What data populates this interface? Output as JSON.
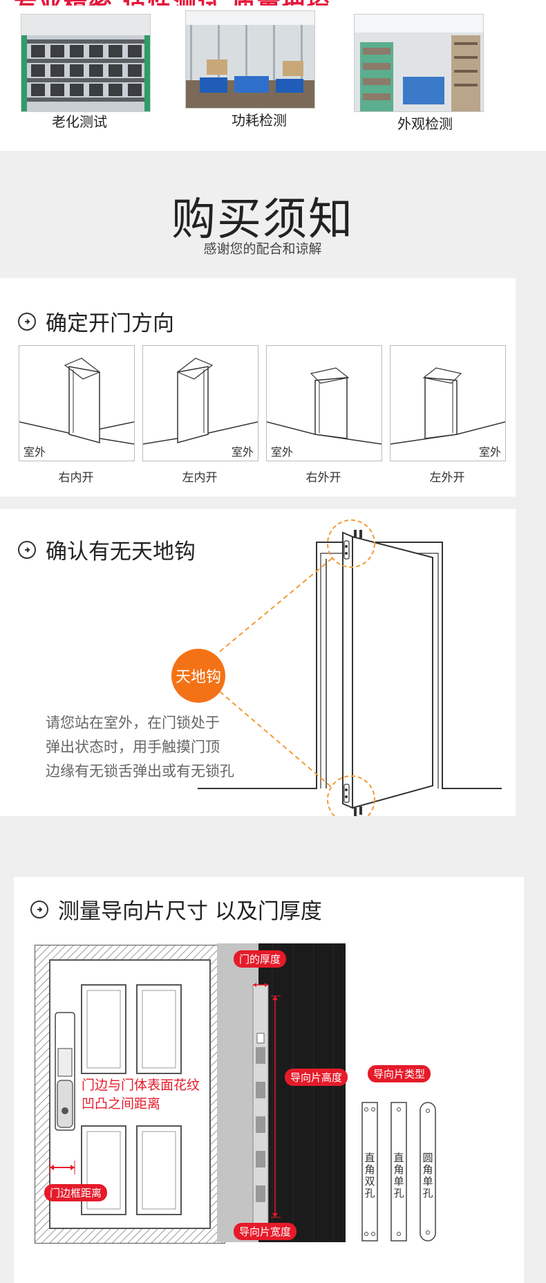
{
  "top": {
    "banner_text": "专业精密 适性测试 质量把控",
    "photos": [
      {
        "caption": "老化测试",
        "icon": "aging-test-photo"
      },
      {
        "caption": "功耗检测",
        "icon": "power-test-photo"
      },
      {
        "caption": "外观检测",
        "icon": "appearance-test-photo"
      }
    ]
  },
  "notice": {
    "title": "购买须知",
    "subtitle": "感谢您的配合和谅解"
  },
  "section1": {
    "heading": "确定开门方向",
    "doors": [
      {
        "outside_label": "室外",
        "caption": "右内开"
      },
      {
        "outside_label": "室外",
        "caption": "左内开"
      },
      {
        "outside_label": "室外",
        "caption": "右外开"
      },
      {
        "outside_label": "室外",
        "caption": "左外开"
      }
    ]
  },
  "section2": {
    "heading": "确认有无天地钩",
    "badge": "天地钩",
    "lines": [
      "请您站在室外，在门锁处于",
      "弹出状态时，用手触摸门顶",
      "边缘有无锁舌弹出或有无锁孔"
    ]
  },
  "section3": {
    "heading": "测量导向片尺寸 以及门厚度",
    "surface_note_line1": "门边与门体表面花纹",
    "surface_note_line2": "凹凸之间距离",
    "frame_distance": "门边框距离",
    "door_thickness": "门的厚度",
    "guide_height": "导向片高度",
    "guide_width": "导向片宽度",
    "guide_types_title": "导向片类型",
    "guide_types": [
      "直角双孔",
      "直角单孔",
      "圆角单孔"
    ]
  },
  "colors": {
    "accent_red": "#e51b2a",
    "badge_orange": "#f47216",
    "background_grey": "#efefef"
  }
}
